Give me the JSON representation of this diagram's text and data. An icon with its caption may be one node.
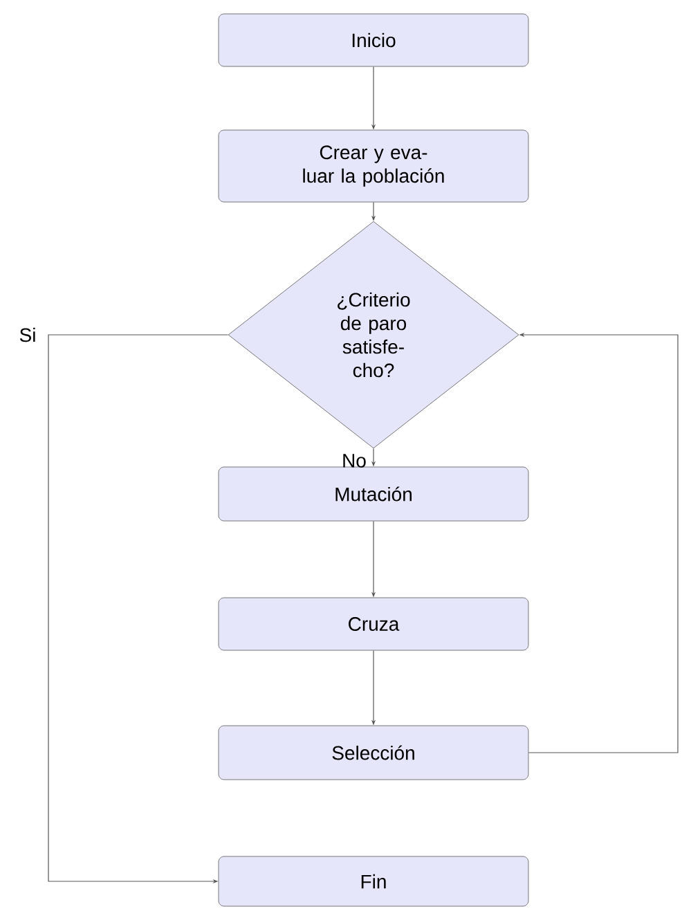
{
  "diagram": {
    "nodes": [
      {
        "text": [
          "Inicio"
        ]
      },
      {
        "text": [
          "Crear y eva- luar la población"
        ]
      },
      {
        "text": [
          "¿Criterio de paro satisfe- cho?"
        ]
      },
      {
        "text": [
          "Mutación"
        ]
      },
      {
        "text": [
          "Cruza"
        ]
      },
      {
        "text": [
          "Selección"
        ]
      },
      {
        "text": [
          "Fin"
        ]
      }
    ],
    "edges": [
      {
        "from": 0,
        "to": 1,
        "arrow": "to"
      },
      {
        "from": 1,
        "to": 2,
        "arrow": "to"
      },
      {
        "from": 2,
        "to": 3,
        "arrow": "to",
        "label": "No"
      },
      {
        "from": 3,
        "to": 4,
        "arrow": "to"
      },
      {
        "from": 4,
        "to": 5,
        "arrow": "to"
      },
      {
        "from": 5,
        "to": 2,
        "arrow": "to"
      },
      {
        "from": 2,
        "to": 6,
        "arrow": "to",
        "label": "Si"
      }
    ]
  }
}
